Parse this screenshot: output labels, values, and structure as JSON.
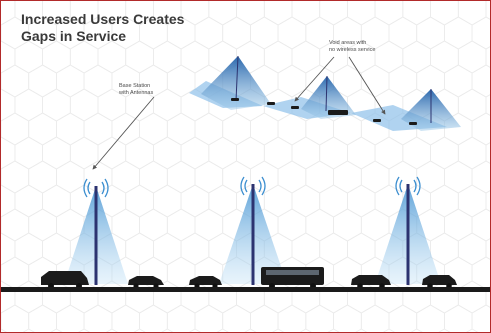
{
  "diagram": {
    "title_lines": [
      "Increased Users Creates",
      "Gaps in Service"
    ],
    "labels": {
      "base_station": [
        "Base Station",
        "with Antennas"
      ],
      "void_areas": [
        "Void areas with",
        "no wireless service"
      ]
    },
    "colors": {
      "frame": "#b22a2a",
      "beam": "#3d8fd0",
      "tower": "#2c3370",
      "road": "#1a1a1a",
      "hex_grid": "#ebebeb",
      "vehicle": "#1b1b1b"
    }
  }
}
